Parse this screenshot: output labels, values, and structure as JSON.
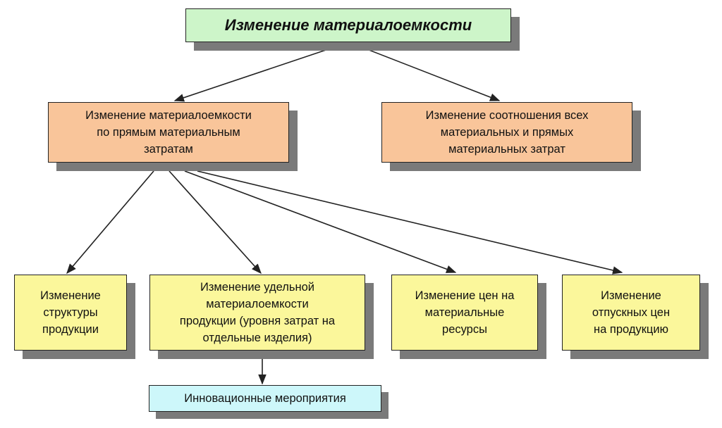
{
  "title": "Изменение материалоемкости",
  "level1": [
    "Изменение материалоемкости\nпо прямым материальным\nзатратам",
    "Изменение соотношения всех\nматериальных и прямых\nматериальных затрат"
  ],
  "level2": [
    "Изменение\nструктуры\nпродукции",
    "Изменение удельной\nматериалоемкости\nпродукции (уровня затрат на\nотдельные изделия)",
    "Изменение цен на\nматериальные\nресурсы",
    "Изменение\nотпускных цен\nна продукцию"
  ],
  "level3": "Инновационные мероприятия",
  "colors": {
    "top": "#cdf5c9",
    "level1": "#f9c59a",
    "level2": "#fbf79b",
    "level3": "#cdf7fa",
    "shadow": "#7a7a7a"
  }
}
